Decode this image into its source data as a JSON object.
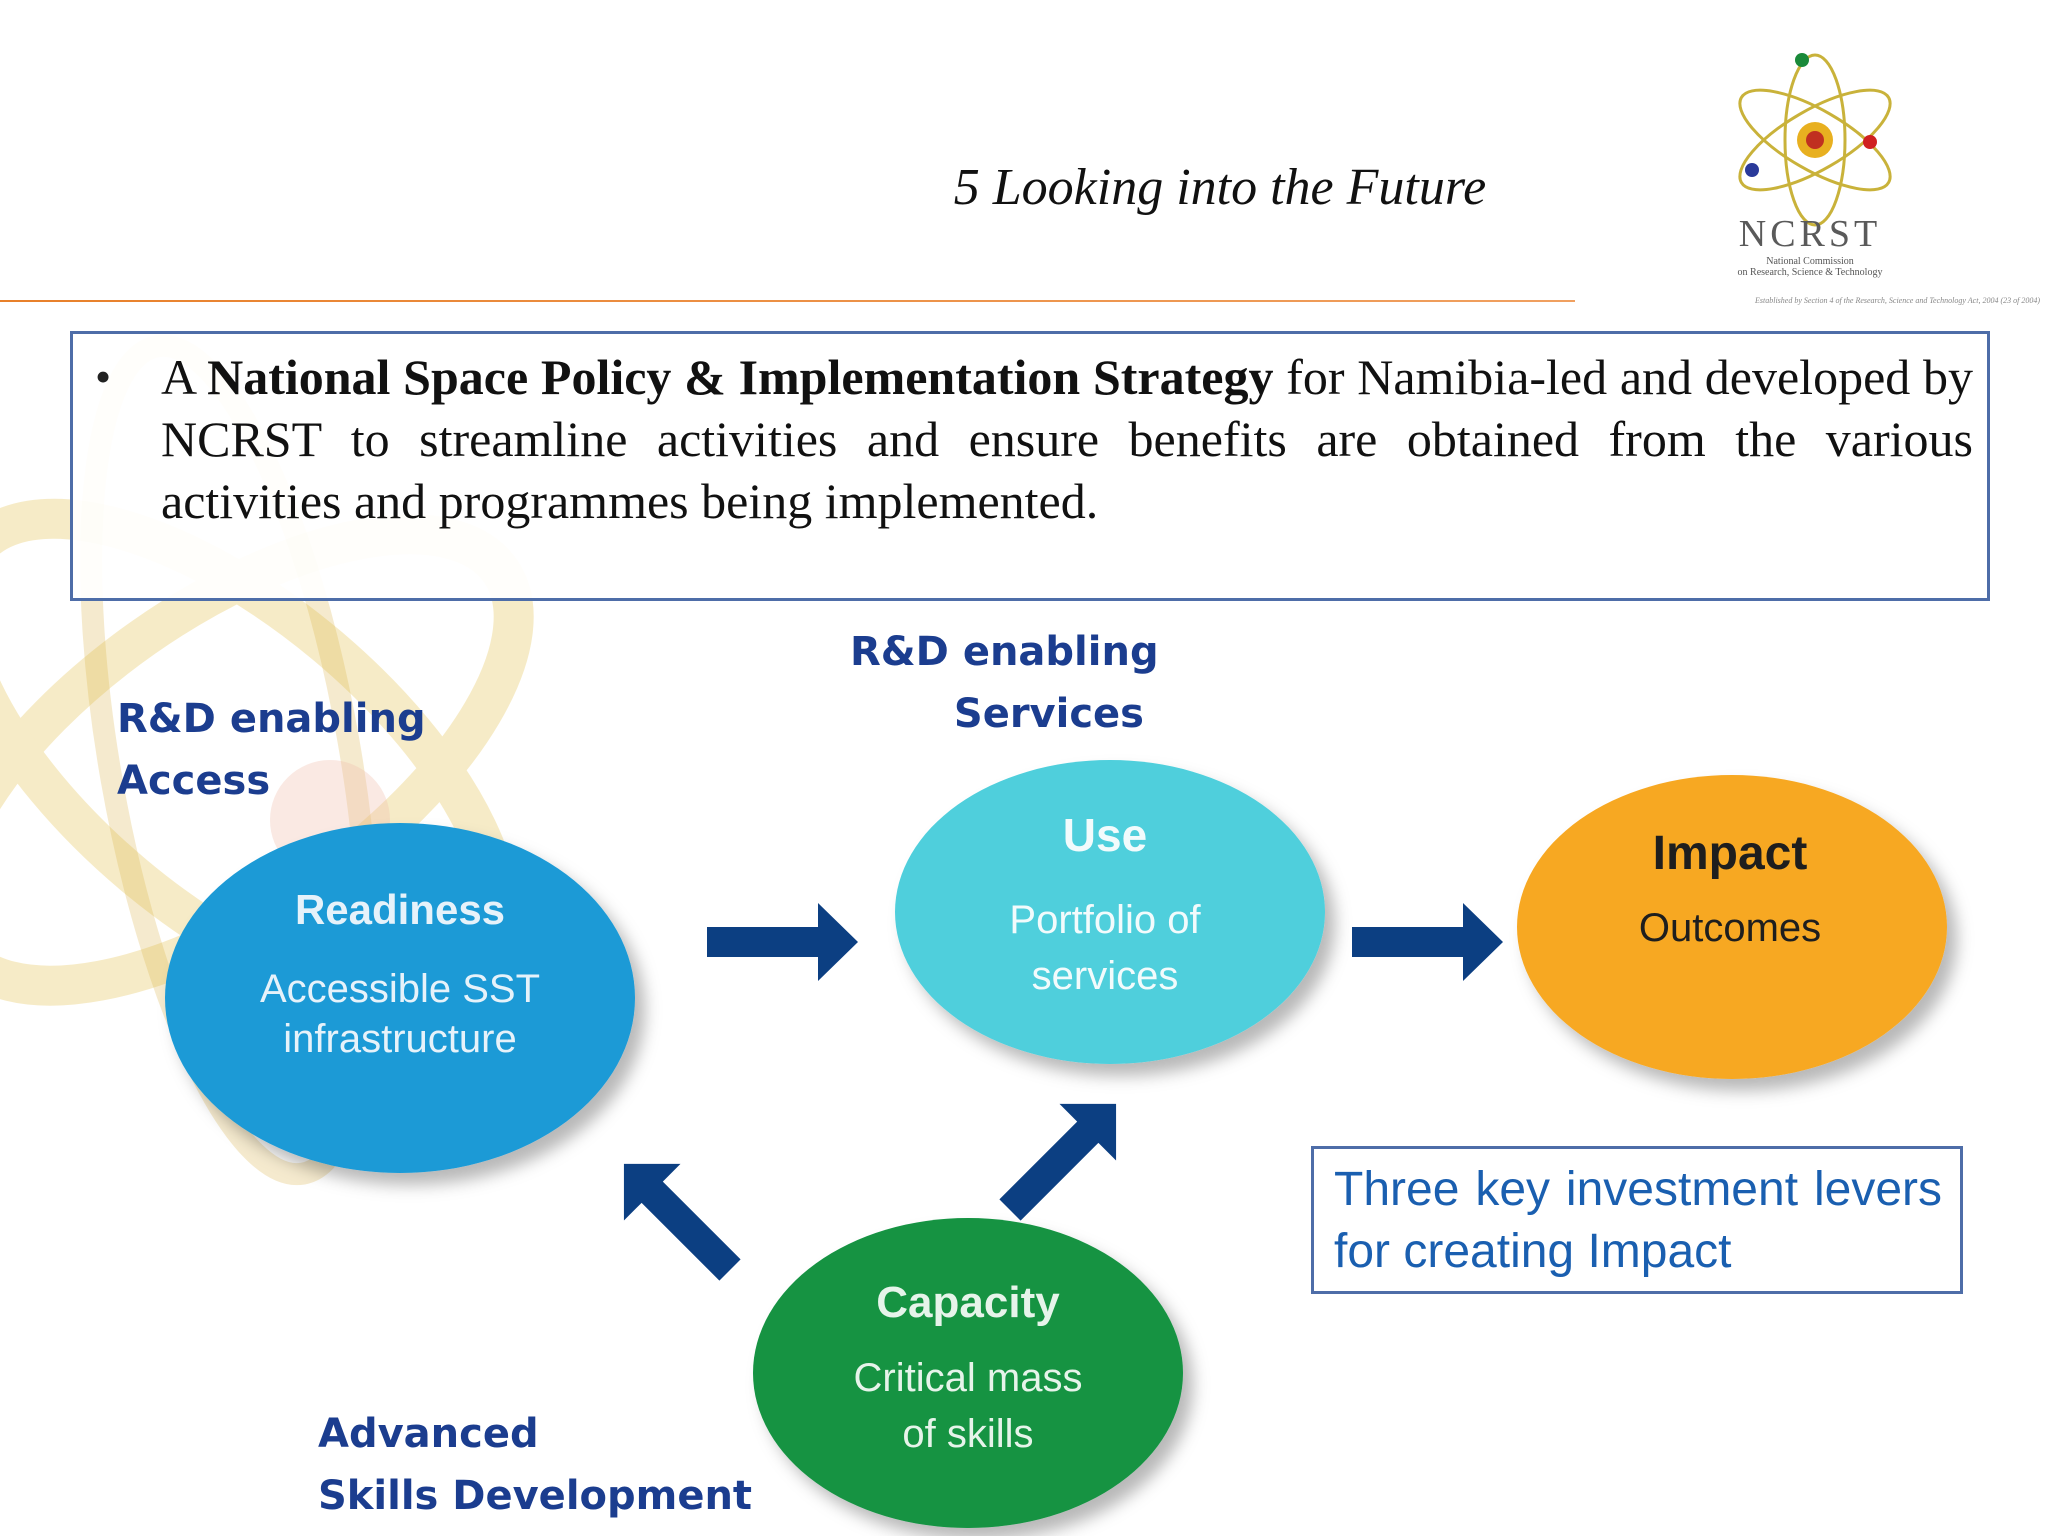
{
  "title": "5 Looking into the Future",
  "logo": {
    "name": "NCRST",
    "subtitle_line1": "National Commission",
    "subtitle_line2": "on Research, Science & Technology",
    "established": "Established by Section 4 of the Research, Science and Technology Act, 2004 (23 of 2004)"
  },
  "policy": {
    "bullet": "•",
    "prefix": "A ",
    "bold1": "National Space Policy",
    "amp": " & ",
    "bold2": "Implementation Strategy",
    "rest": " for Namibia-led and developed by NCRST to streamline activities and ensure benefits are obtained from the various activities and programmes being implemented."
  },
  "labels": {
    "access_line1": "R&D enabling",
    "access_line2": "Access",
    "services_line1": "R&D enabling",
    "services_line2": "Services",
    "skills_line1": "Advanced",
    "skills_line2": "Skills Development"
  },
  "nodes": {
    "readiness": {
      "title": "Readiness",
      "line1": "Accessible SST",
      "line2": "infrastructure",
      "color": "#1b9ad6"
    },
    "use": {
      "title": "Use",
      "line1": "Portfolio of",
      "line2": "services",
      "color": "#4fcfdc"
    },
    "impact": {
      "title": "Impact",
      "line1": "Outcomes",
      "color": "#f7a823"
    },
    "capacity": {
      "title": "Capacity",
      "line1": "Critical mass",
      "line2": "of skills",
      "color": "#139343"
    }
  },
  "arrow_color": "#0c3f82",
  "lever_box": {
    "text": "Three key investment levers for creating Impact"
  }
}
